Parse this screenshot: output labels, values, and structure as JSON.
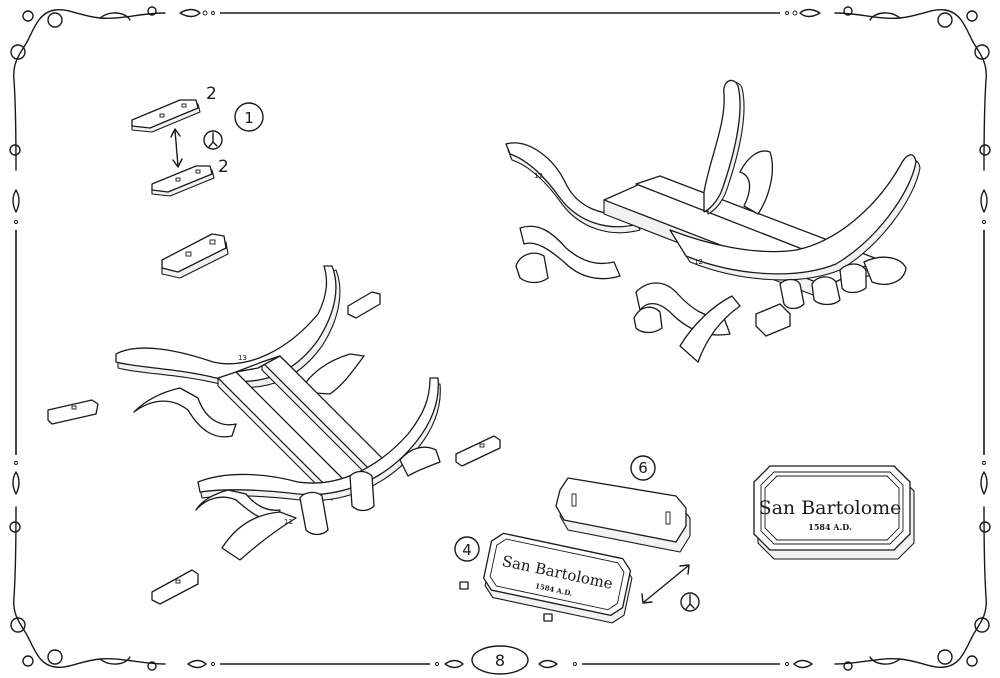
{
  "page": {
    "number": "8"
  },
  "steps": [
    {
      "label": "1"
    },
    {
      "label": "4"
    },
    {
      "label": "6"
    }
  ],
  "quantities": {
    "upper_piece": "2",
    "lower_piece": "2"
  },
  "plaque_large": {
    "name": "San Bartolome",
    "date": "1584 A.D."
  },
  "plaque_small": {
    "name": "San Bartolome",
    "date": "1584 A.D."
  },
  "part_labels": {
    "rib_a": "12",
    "rib_b": "13",
    "rib_c": "11",
    "rib_d": "12"
  },
  "icons": [
    "glue-icon",
    "glue-icon"
  ]
}
